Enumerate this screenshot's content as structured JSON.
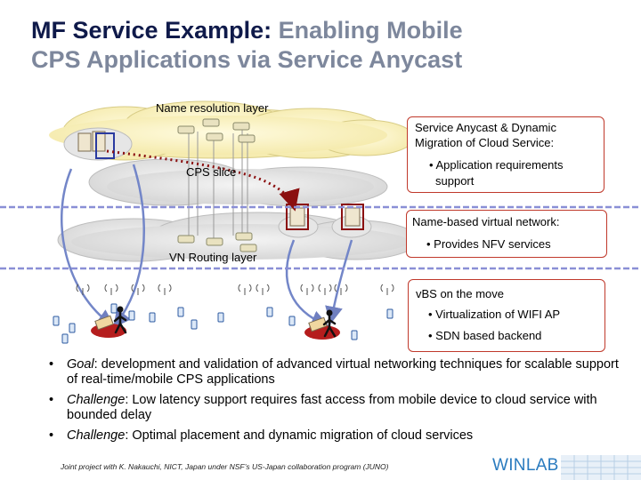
{
  "title": {
    "part1": "MF Service Example: ",
    "part2": "Enabling Mobile",
    "line2": "CPS Applications via Service Anycast"
  },
  "diagram": {
    "name_resolution_label": "Name resolution layer",
    "cps_slice_label": "CPS slice",
    "vn_routing_label": "VN Routing layer"
  },
  "callouts": {
    "anycast": {
      "title_line1": "Service Anycast & Dynamic",
      "title_line2": "Migration of Cloud Service:",
      "bullet_line1": "• Application requirements",
      "bullet_line2": "support"
    },
    "name_based": {
      "title": "Name-based virtual network:",
      "bullet": "• Provides NFV services"
    },
    "vbs": {
      "title": "vBS on the move",
      "bullet1": "• Virtualization of WIFI AP",
      "bullet2": "• SDN based backend"
    }
  },
  "bullets": [
    {
      "term": "Goal",
      "text": ": development and validation of advanced virtual networking techniques for scalable support of real-time/mobile CPS applications"
    },
    {
      "term": "Challenge",
      "text": ": Low latency support requires fast access from mobile device to cloud service with bounded delay"
    },
    {
      "term": "Challenge",
      "text": ": Optimal placement and dynamic migration of cloud services"
    }
  ],
  "footer": {
    "note": "Joint project with K. Nakauchi, NICT, Japan under NSF’s US-Japan collaboration program (JUNO)",
    "logo": "WINLAB"
  },
  "colors": {
    "title": "#0f1a4a",
    "title_highlight": "#7d879c",
    "callout_border": "#c0392b",
    "dashed_line": "#8a8fd6",
    "logo": "#2a7bbf"
  }
}
